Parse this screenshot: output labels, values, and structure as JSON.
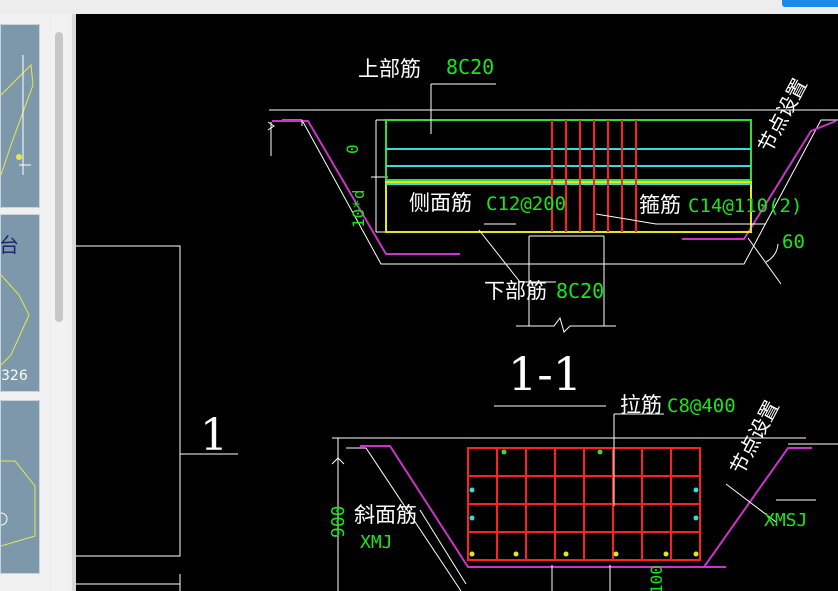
{
  "sidebar": {
    "thumb2_label": "台",
    "thumb2_number": "326"
  },
  "drawing": {
    "section_title": "1-1",
    "side_label": "1",
    "top_bar_label": "上部筋",
    "top_bar_value": "8C20",
    "side_bar_label": "侧面筋",
    "side_bar_value": "C12@200",
    "stirrup_label": "箍筋",
    "stirrup_value": "C14@110(2)",
    "bottom_bar_label": "下部筋",
    "bottom_bar_value": "8C20",
    "tie_label": "拉筋",
    "tie_value": "C8@400",
    "slope_label": "斜面筋",
    "slope_value": "XMJ",
    "xmsj_label": "XMSJ",
    "node_note_1": "节点设置",
    "node_note_2": "节点设置",
    "angle_value": "60",
    "dim_zero": "0",
    "dim_10d": "10*d",
    "dim_900": "900",
    "dim_100": "100"
  }
}
